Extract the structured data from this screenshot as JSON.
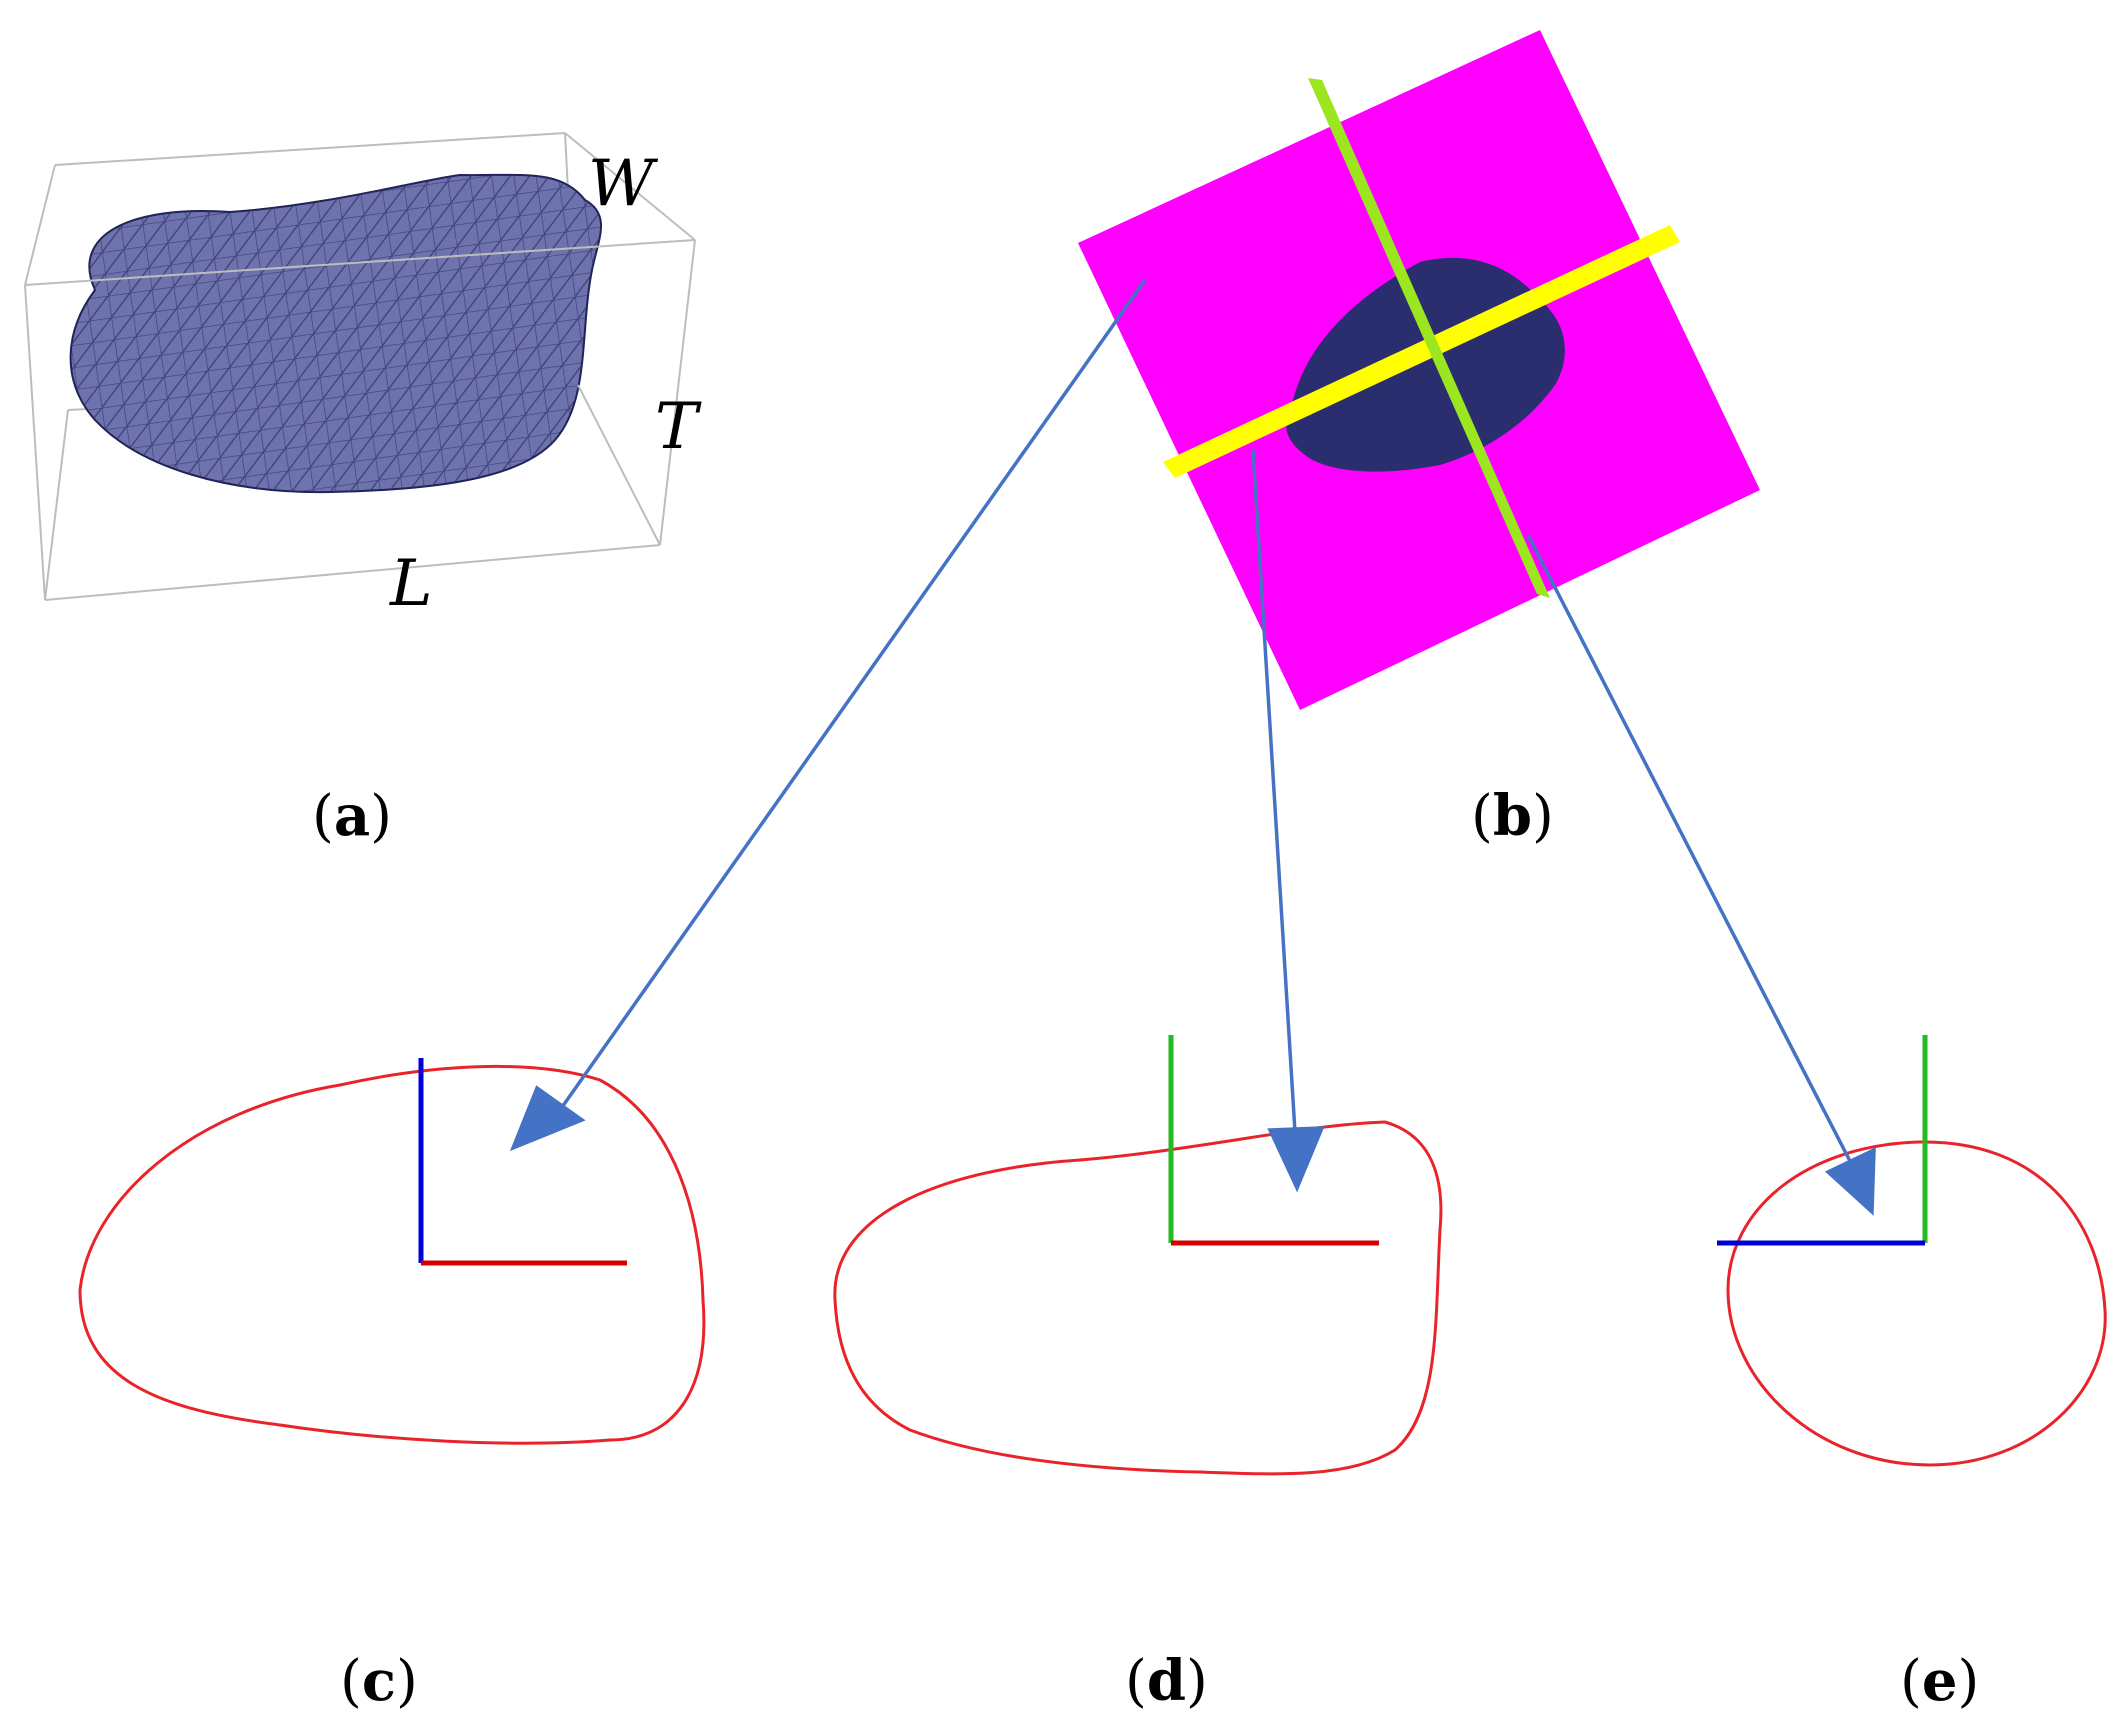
{
  "dimension_labels": {
    "width": "W",
    "thickness": "T",
    "length": "L"
  },
  "panels": {
    "a": {
      "open": "(",
      "letter": "a",
      "close": ")"
    },
    "b": {
      "open": "(",
      "letter": "b",
      "close": ")"
    },
    "c": {
      "open": "(",
      "letter": "c",
      "close": ")"
    },
    "d": {
      "open": "(",
      "letter": "d",
      "close": ")"
    },
    "e": {
      "open": "(",
      "letter": "e",
      "close": ")"
    }
  },
  "colors": {
    "seed_fill": "#6e72ad",
    "seed_mesh": "#2b2f66",
    "plane_magenta": "#ff00ff",
    "plane_yellow": "#ffff00",
    "plane_green": "#9be61e",
    "seed_section": "#2a2e6e",
    "contour": "#e8242a",
    "arrow": "#4472c4",
    "axis_red": "#d40000",
    "axis_blue": "#0000d4",
    "axis_green": "#22bb22"
  }
}
